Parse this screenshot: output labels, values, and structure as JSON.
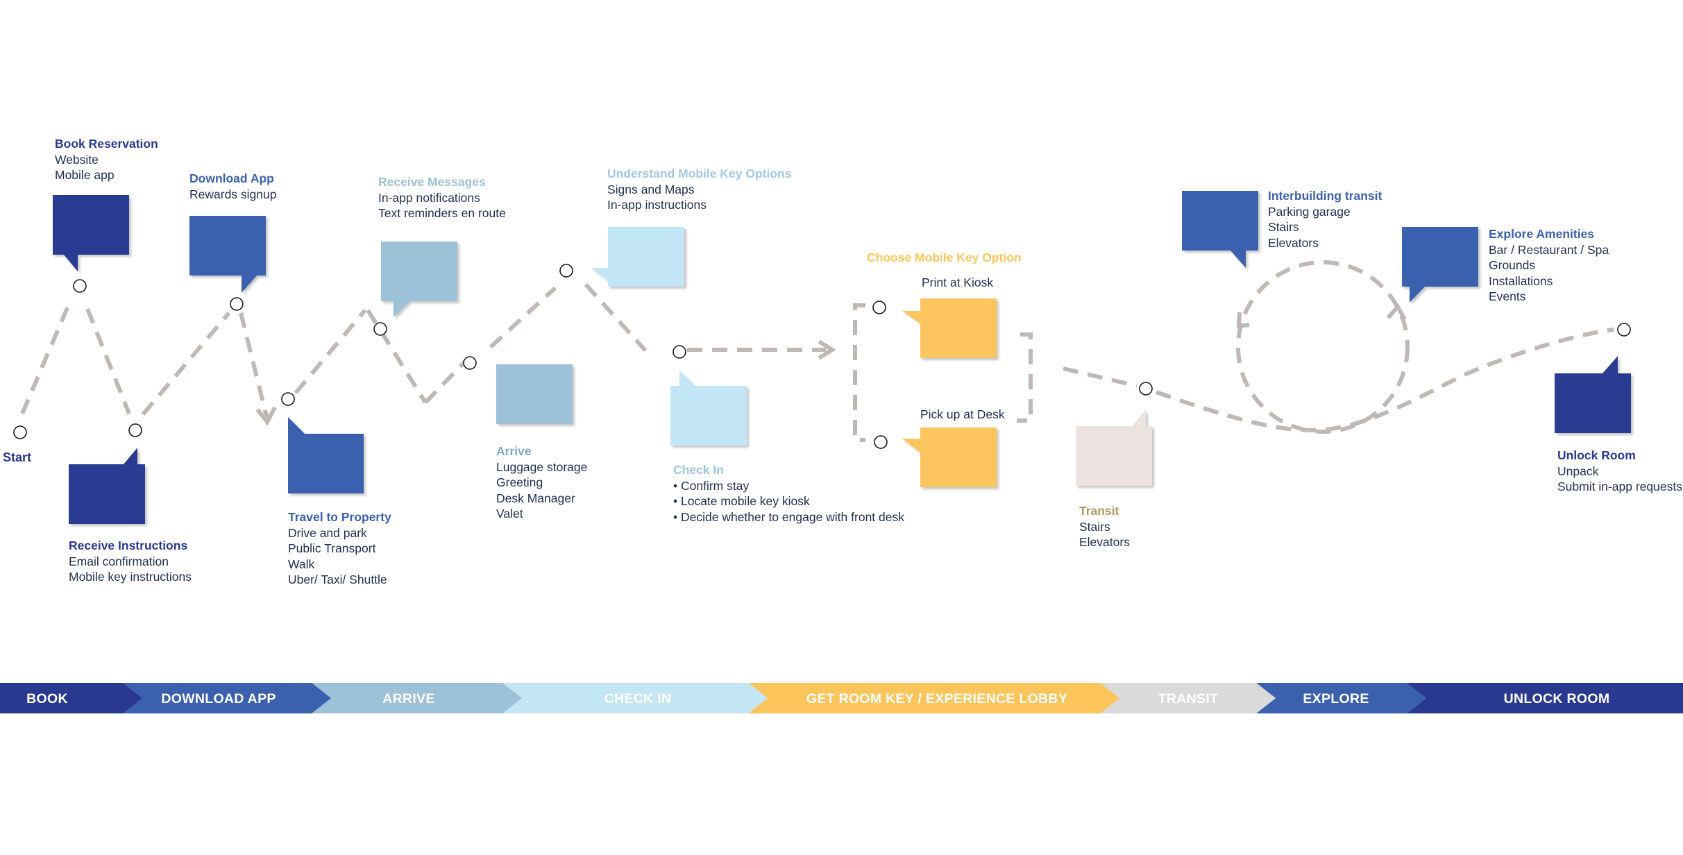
{
  "start_label": "Start",
  "steps": [
    {
      "id": "book-reservation",
      "title": "Book Reservation",
      "lines": [
        "Website",
        "Mobile app"
      ],
      "color": "#2a3990"
    },
    {
      "id": "receive-instructions",
      "title": "Receive Instructions",
      "lines": [
        "Email confirmation",
        "Mobile key instructions"
      ],
      "color": "#2a3990"
    },
    {
      "id": "download-app",
      "title": "Download App",
      "lines": [
        "Rewards signup"
      ],
      "color": "#3b61ae"
    },
    {
      "id": "travel-to-property",
      "title": "Travel to Property",
      "lines": [
        "Drive and park",
        "Public Transport",
        "Walk",
        "Uber/ Taxi/ Shuttle"
      ],
      "color": "#3b61ae"
    },
    {
      "id": "receive-messages",
      "title": "Receive Messages",
      "lines": [
        "In-app notifications",
        "Text reminders en route"
      ],
      "color": "#9cc1d8"
    },
    {
      "id": "arrive",
      "title": "Arrive",
      "lines": [
        "Luggage storage",
        "Greeting",
        "Desk Manager",
        "Valet"
      ],
      "color": "#7ea8c6"
    },
    {
      "id": "understand-mobile-key",
      "title": "Understand Mobile Key Options",
      "lines": [
        "Signs and Maps",
        "In-app instructions"
      ],
      "color": "#a2c9df"
    },
    {
      "id": "check-in",
      "title": "Check In",
      "lines": [
        "• Confirm stay",
        "• Locate mobile key kiosk",
        "• Decide whether to engage with front desk"
      ],
      "color": "#9cc6dc"
    },
    {
      "id": "choose-mobile-key",
      "title": "Choose Mobile Key Option",
      "lines": [],
      "color": "#fcc55c"
    },
    {
      "id": "transit",
      "title": "Transit",
      "lines": [
        "Stairs",
        "Elevators"
      ],
      "color": "#b19a5e"
    },
    {
      "id": "interbuilding-transit",
      "title": "Interbuilding transit",
      "lines": [
        "Parking garage",
        "Stairs",
        "Elevators"
      ],
      "color": "#3b61ae"
    },
    {
      "id": "explore-amenities",
      "title": "Explore Amenities",
      "lines": [
        "Bar / Restaurant / Spa",
        "Grounds",
        "Installations",
        "Events"
      ],
      "color": "#3b61ae"
    },
    {
      "id": "unlock-room",
      "title": "Unlock Room",
      "lines": [
        "Unpack",
        "Submit in-app requests"
      ],
      "color": "#2a3990"
    }
  ],
  "key_options": {
    "print_at_kiosk": "Print at Kiosk",
    "pick_up_at_desk": "Pick up at Desk"
  },
  "phases": [
    {
      "label": "BOOK",
      "bg": "#2a3990",
      "fg": "#ffffff"
    },
    {
      "label": "DOWNLOAD APP",
      "bg": "#3b61ae",
      "fg": "#ffffff"
    },
    {
      "label": "ARRIVE",
      "bg": "#9cc1d8",
      "fg": "#ffffff"
    },
    {
      "label": "CHECK IN",
      "bg": "#c2e6f4",
      "fg": "#ffffff"
    },
    {
      "label": "GET ROOM KEY  / EXPERIENCE LOBBY",
      "bg": "#fcc55c",
      "fg": "#ffffff"
    },
    {
      "label": "TRANSIT",
      "bg": "#dadada",
      "fg": "#ffffff"
    },
    {
      "label": "EXPLORE",
      "bg": "#3b61ae",
      "fg": "#ffffff"
    },
    {
      "label": "UNLOCK ROOM",
      "bg": "#2a3990",
      "fg": "#ffffff"
    }
  ],
  "bubble_colors": {
    "navy": "#2b3a92",
    "blue": "#3b61ae",
    "powder": "#9cc1d8",
    "sky": "#c2e6f5",
    "gold": "#fdc55f",
    "sand": "#ece3e0"
  },
  "path_color": "#bfb8b5"
}
